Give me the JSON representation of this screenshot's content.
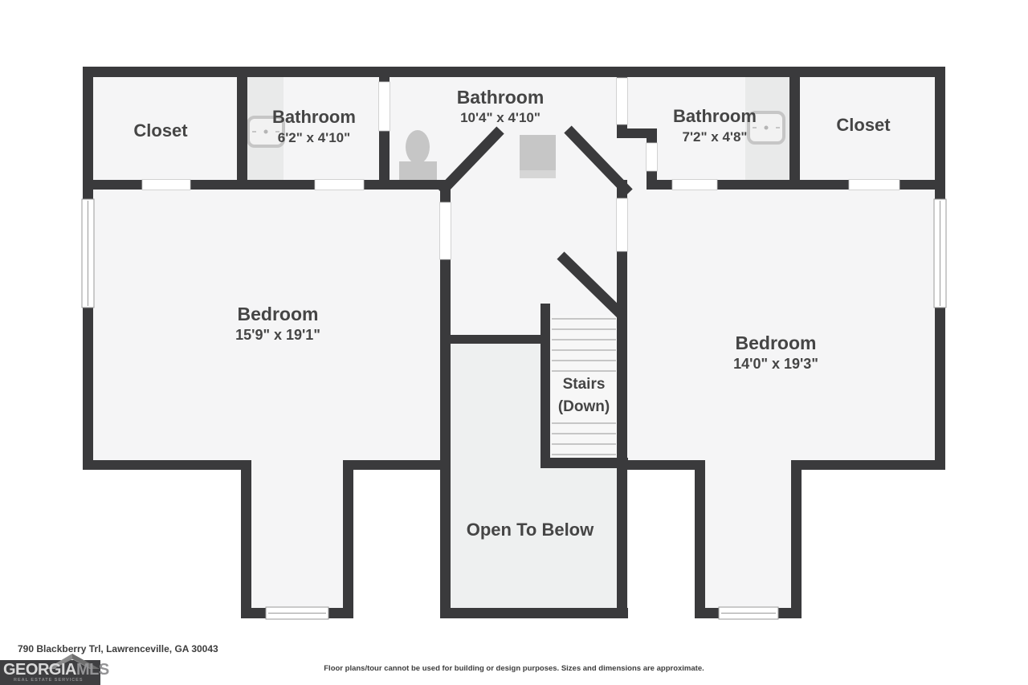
{
  "floor_plan": {
    "rooms": {
      "closet_left": {
        "label": "Closet"
      },
      "bathroom_left": {
        "label": "Bathroom",
        "dimensions": "6'2\" x 4'10\""
      },
      "bathroom_center": {
        "label": "Bathroom",
        "dimensions": "10'4\" x 4'10\""
      },
      "bathroom_right": {
        "label": "Bathroom",
        "dimensions": "7'2\" x 4'8\""
      },
      "closet_right": {
        "label": "Closet"
      },
      "bedroom_left": {
        "label": "Bedroom",
        "dimensions": "15'9\" x 19'1\""
      },
      "bedroom_right": {
        "label": "Bedroom",
        "dimensions": "14'0\" x 19'3\""
      },
      "stairs": {
        "label": "Stairs",
        "sublabel": "(Down)"
      },
      "open_to_below": {
        "label": "Open To Below"
      }
    },
    "colors": {
      "wall": "#3a3a3c",
      "room_fill": "#f5f5f6",
      "open_area_fill": "#eef0f0",
      "stairs_fill": "#f7f7f7",
      "vanity_fill": "#e9eaea",
      "fixture_fill": "#c6c6c6",
      "label_text": "#454545"
    }
  },
  "footer": {
    "address": "790 Blackberry Trl, Lawrenceville, GA 30043",
    "disclaimer": "Floor plans/tour cannot be used for building or design purposes. Sizes and dimensions are approximate."
  },
  "logo": {
    "brand": "GEORGIA",
    "brand_suffix": "MLS",
    "tagline": "REAL ESTATE SERVICES"
  }
}
